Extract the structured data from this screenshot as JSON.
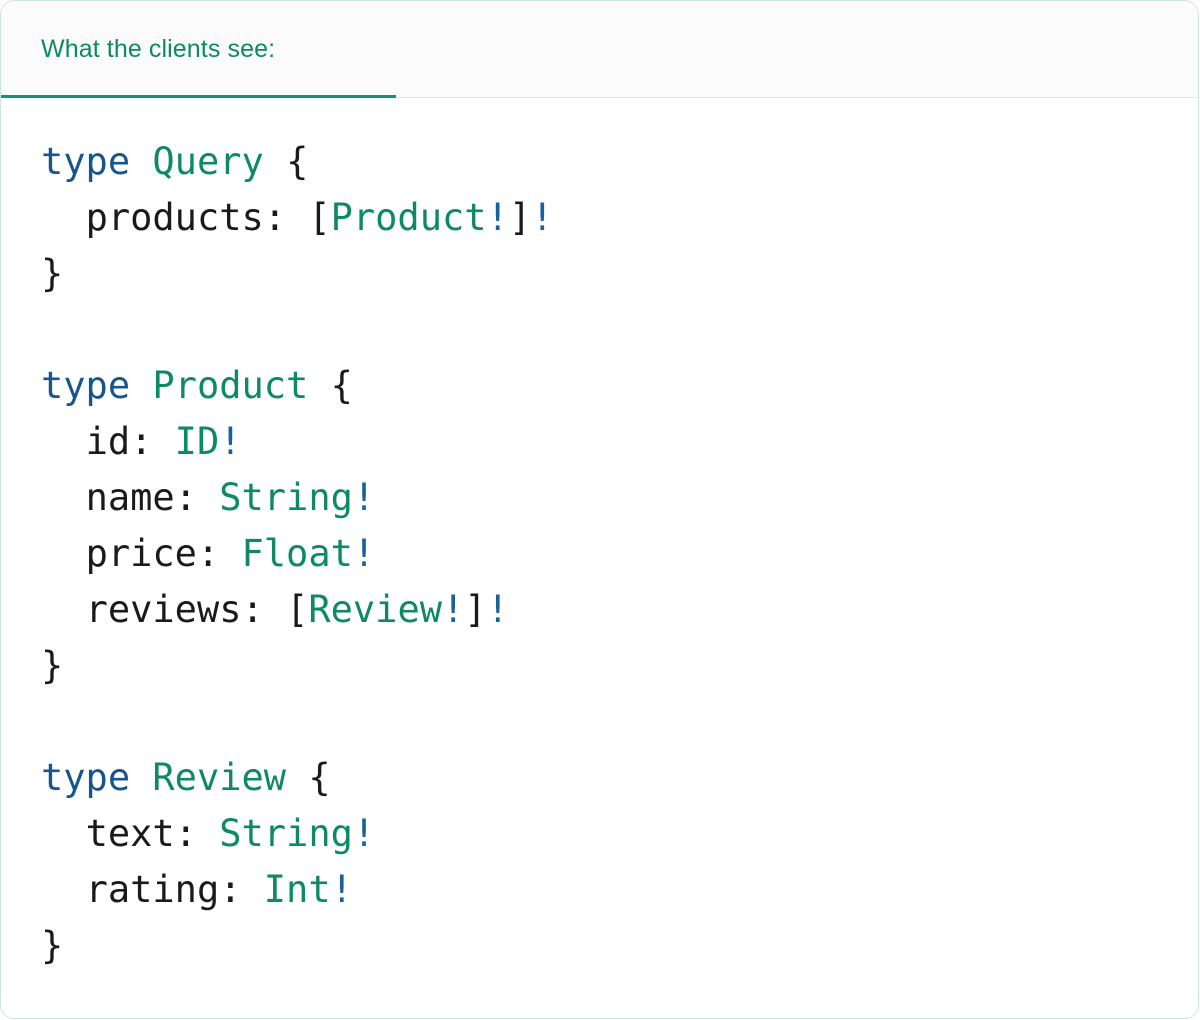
{
  "card": {
    "border_color": "#cde6db",
    "background": "#ffffff"
  },
  "header": {
    "background": "#fbfbfb",
    "divider_color": "#e6e6e6",
    "active_tab": {
      "label": "What the clients see:",
      "text_color": "#0e8a62",
      "underline_color": "#0e9476"
    }
  },
  "syntax_colors": {
    "keyword": "#16558f",
    "type_name": "#0d8a63",
    "field_name": "#1a1a1a",
    "punctuation": "#1a1a1a",
    "non_null_bang": "#1a5f9e"
  },
  "code": {
    "language": "graphql",
    "lines": [
      {
        "id": "query-open",
        "tokens": [
          {
            "t": "type",
            "k": "keyword"
          },
          {
            "t": " ",
            "k": "plain"
          },
          {
            "t": "Query",
            "k": "type"
          },
          {
            "t": " ",
            "k": "plain"
          },
          {
            "t": "{",
            "k": "punct"
          }
        ]
      },
      {
        "id": "query-products",
        "tokens": [
          {
            "t": "  ",
            "k": "plain"
          },
          {
            "t": "products:",
            "k": "field"
          },
          {
            "t": " ",
            "k": "plain"
          },
          {
            "t": "[",
            "k": "punct"
          },
          {
            "t": "Product",
            "k": "type"
          },
          {
            "t": "!",
            "k": "bang"
          },
          {
            "t": "]",
            "k": "punct"
          },
          {
            "t": "!",
            "k": "bang"
          }
        ]
      },
      {
        "id": "query-close",
        "tokens": [
          {
            "t": "}",
            "k": "punct"
          }
        ]
      },
      {
        "id": "blank-1",
        "tokens": []
      },
      {
        "id": "product-open",
        "tokens": [
          {
            "t": "type",
            "k": "keyword"
          },
          {
            "t": " ",
            "k": "plain"
          },
          {
            "t": "Product",
            "k": "type"
          },
          {
            "t": " ",
            "k": "plain"
          },
          {
            "t": "{",
            "k": "punct"
          }
        ]
      },
      {
        "id": "product-id",
        "tokens": [
          {
            "t": "  ",
            "k": "plain"
          },
          {
            "t": "id:",
            "k": "field"
          },
          {
            "t": " ",
            "k": "plain"
          },
          {
            "t": "ID",
            "k": "type"
          },
          {
            "t": "!",
            "k": "bang"
          }
        ]
      },
      {
        "id": "product-name",
        "tokens": [
          {
            "t": "  ",
            "k": "plain"
          },
          {
            "t": "name:",
            "k": "field"
          },
          {
            "t": " ",
            "k": "plain"
          },
          {
            "t": "String",
            "k": "type"
          },
          {
            "t": "!",
            "k": "bang"
          }
        ]
      },
      {
        "id": "product-price",
        "tokens": [
          {
            "t": "  ",
            "k": "plain"
          },
          {
            "t": "price:",
            "k": "field"
          },
          {
            "t": " ",
            "k": "plain"
          },
          {
            "t": "Float",
            "k": "type"
          },
          {
            "t": "!",
            "k": "bang"
          }
        ]
      },
      {
        "id": "product-reviews",
        "tokens": [
          {
            "t": "  ",
            "k": "plain"
          },
          {
            "t": "reviews:",
            "k": "field"
          },
          {
            "t": " ",
            "k": "plain"
          },
          {
            "t": "[",
            "k": "punct"
          },
          {
            "t": "Review",
            "k": "type"
          },
          {
            "t": "!",
            "k": "bang"
          },
          {
            "t": "]",
            "k": "punct"
          },
          {
            "t": "!",
            "k": "bang"
          }
        ]
      },
      {
        "id": "product-close",
        "tokens": [
          {
            "t": "}",
            "k": "punct"
          }
        ]
      },
      {
        "id": "blank-2",
        "tokens": []
      },
      {
        "id": "review-open",
        "tokens": [
          {
            "t": "type",
            "k": "keyword"
          },
          {
            "t": " ",
            "k": "plain"
          },
          {
            "t": "Review",
            "k": "type"
          },
          {
            "t": " ",
            "k": "plain"
          },
          {
            "t": "{",
            "k": "punct"
          }
        ]
      },
      {
        "id": "review-text",
        "tokens": [
          {
            "t": "  ",
            "k": "plain"
          },
          {
            "t": "text:",
            "k": "field"
          },
          {
            "t": " ",
            "k": "plain"
          },
          {
            "t": "String",
            "k": "type"
          },
          {
            "t": "!",
            "k": "bang"
          }
        ]
      },
      {
        "id": "review-rating",
        "tokens": [
          {
            "t": "  ",
            "k": "plain"
          },
          {
            "t": "rating:",
            "k": "field"
          },
          {
            "t": " ",
            "k": "plain"
          },
          {
            "t": "Int",
            "k": "type"
          },
          {
            "t": "!",
            "k": "bang"
          }
        ]
      },
      {
        "id": "review-close",
        "tokens": [
          {
            "t": "}",
            "k": "punct"
          }
        ]
      }
    ]
  }
}
